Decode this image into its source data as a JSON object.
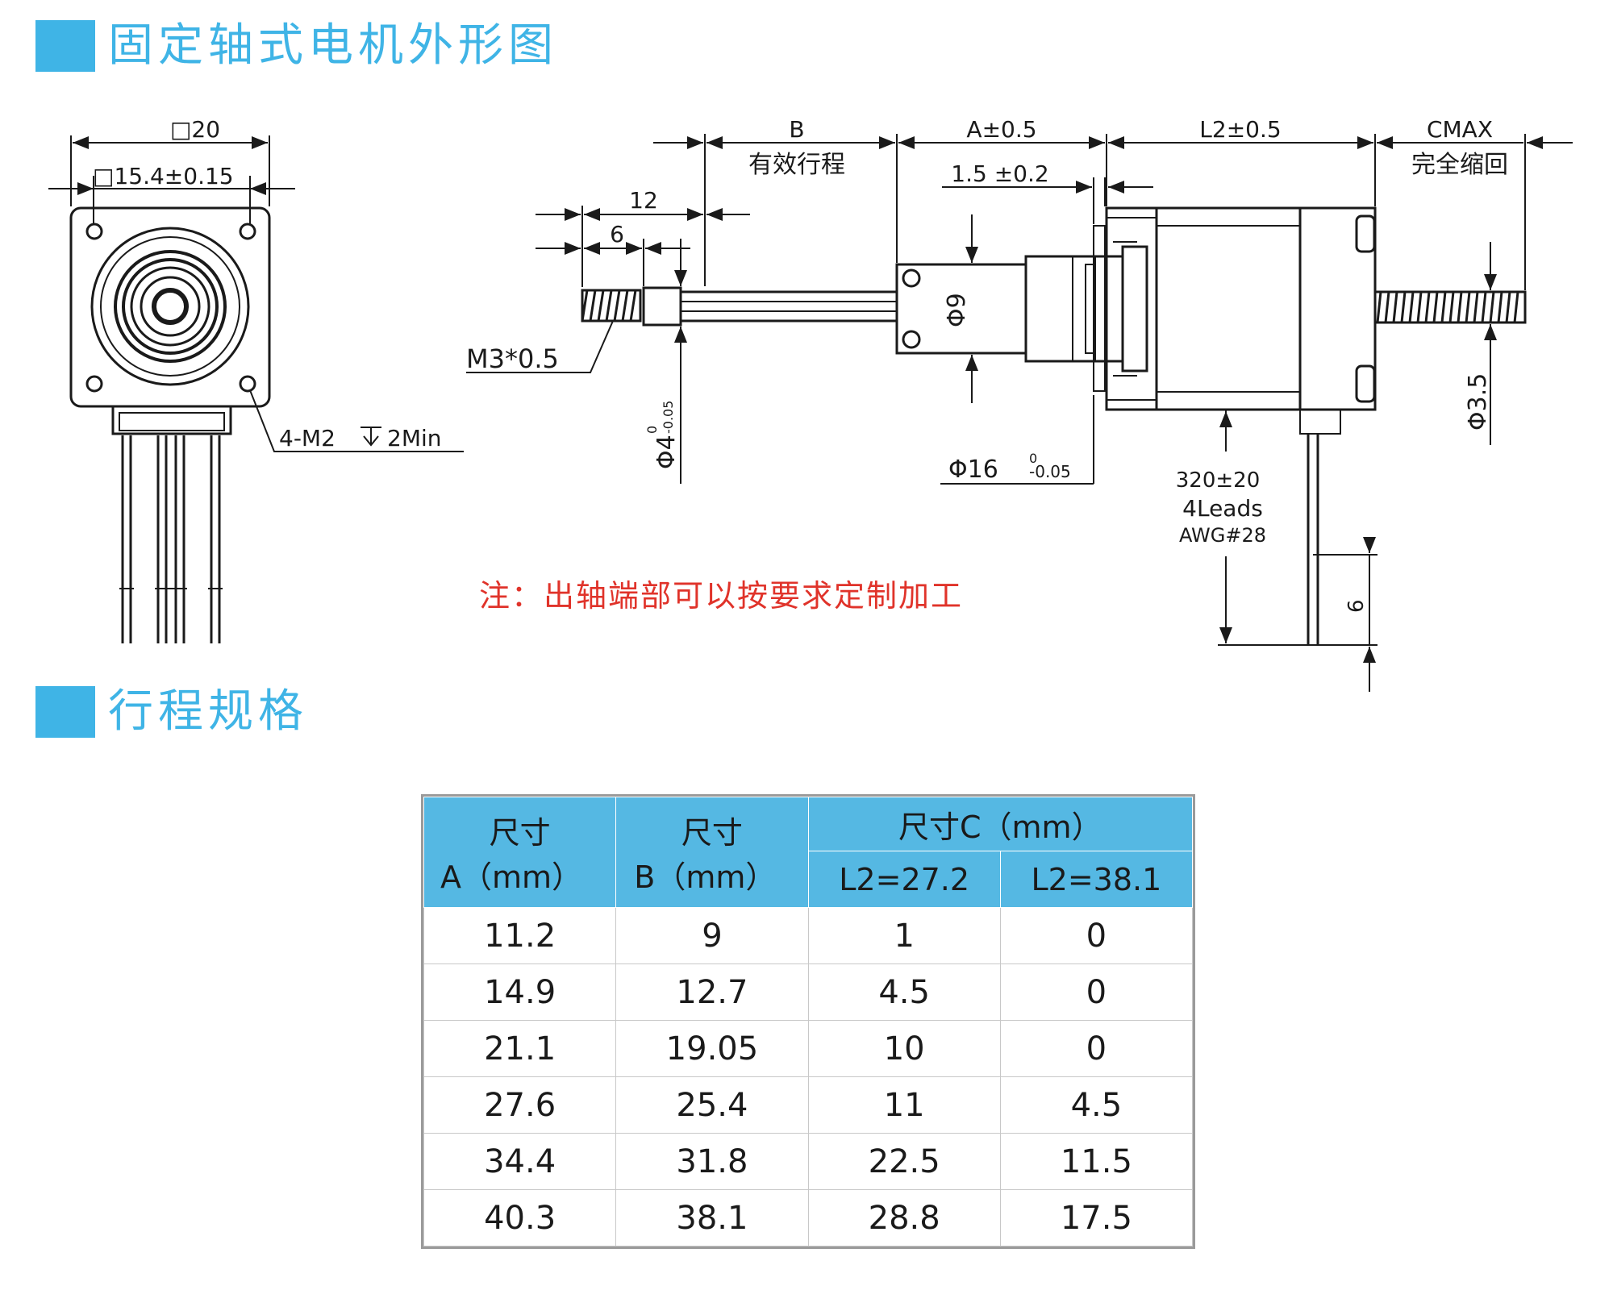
{
  "section1_title": "固定轴式电机外形图",
  "section2_title": "行程规格",
  "note": "注：出轴端部可以按要求定制加工",
  "dims": {
    "sq20": "□20",
    "sq154": "□15.4±0.15",
    "holes": "4-M2",
    "holes_depth": "2Min",
    "B": "B",
    "B_desc": "有效行程",
    "A": "A±0.5",
    "A_sub": "1.5 ±0.2",
    "L2": "L2±0.5",
    "CMAX": "CMAX",
    "CMAX_desc": "完全缩回",
    "d12": "12",
    "d6": "6",
    "thread": "M3*0.5",
    "d4": "Φ4",
    "d4_tol": "-0.05",
    "d4_tol_top": "0",
    "d9": "Φ9",
    "d16": "Φ16",
    "d16_tol": "-0.05",
    "d16_tol_top": "0",
    "d35": "Φ3.5",
    "lead_len": "320±20",
    "leads": "4Leads",
    "awg": "AWG#28",
    "d_lead6": "6"
  },
  "table": {
    "head_a1": "尺寸",
    "head_a2": "A（mm）",
    "head_b1": "尺寸",
    "head_b2": "B（mm）",
    "head_c": "尺寸C（mm）",
    "head_c1": "L2=27.2",
    "head_c2": "L2=38.1",
    "rows": [
      [
        "11.2",
        "9",
        "1",
        "0"
      ],
      [
        "14.9",
        "12.7",
        "4.5",
        "0"
      ],
      [
        "21.1",
        "19.05",
        "10",
        "0"
      ],
      [
        "27.6",
        "25.4",
        "11",
        "4.5"
      ],
      [
        "34.4",
        "31.8",
        "22.5",
        "11.5"
      ],
      [
        "40.3",
        "38.1",
        "28.8",
        "17.5"
      ]
    ]
  },
  "colors": {
    "accent": "#3fb4e6",
    "header_bg": "#55b8e3",
    "note": "#e0332a"
  }
}
